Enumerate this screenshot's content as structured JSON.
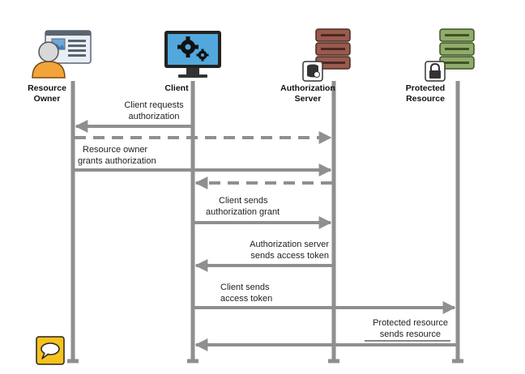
{
  "colors": {
    "lifeline": "#8f8f8f",
    "arrow": "#8f8f8f",
    "resource_owner_body": "#f0a43a",
    "auth_server": "#9a5a4e",
    "protected_resource": "#8fac6a",
    "monitor_screen": "#52a7dc",
    "chat_icon": "#f6c31c"
  },
  "actors": [
    {
      "id": "resource-owner",
      "label_lines": [
        "Resource",
        "Owner"
      ],
      "icon": "user-profile-card-icon"
    },
    {
      "id": "client",
      "label_lines": [
        "Client"
      ],
      "icon": "monitor-gears-icon"
    },
    {
      "id": "authorization-server",
      "label_lines": [
        "Authorization",
        "Server"
      ],
      "icon": "server-database-icon"
    },
    {
      "id": "protected-resource",
      "label_lines": [
        "Protected",
        "Resource"
      ],
      "icon": "server-lock-icon"
    }
  ],
  "messages": [
    {
      "from": "client",
      "to": "resource-owner",
      "style": "solid",
      "label_lines": [
        "Client requests",
        "authorization"
      ],
      "label_anchor": "middle"
    },
    {
      "from": "resource-owner",
      "to": "authorization-server",
      "style": "dashed",
      "label_lines": [],
      "label_anchor": "middle"
    },
    {
      "from": "resource-owner",
      "to": "authorization-server",
      "style": "solid",
      "label_lines": [
        "Resource owner",
        "grants authorization"
      ],
      "label_anchor": "start"
    },
    {
      "from": "authorization-server",
      "to": "client",
      "style": "dashed",
      "label_lines": [],
      "label_anchor": "middle"
    },
    {
      "from": "client",
      "to": "authorization-server",
      "style": "solid",
      "label_lines": [
        "Client sends",
        "authorization grant"
      ],
      "label_anchor": "start"
    },
    {
      "from": "authorization-server",
      "to": "client",
      "style": "solid",
      "label_lines": [
        "Authorization server",
        "sends access token"
      ],
      "label_anchor": "end"
    },
    {
      "from": "client",
      "to": "protected-resource",
      "style": "solid",
      "label_lines": [
        "Client sends",
        "access token"
      ],
      "label_anchor": "start"
    },
    {
      "from": "protected-resource",
      "to": "client",
      "style": "solid",
      "label_lines": [
        "Protected resource",
        "sends resource"
      ],
      "label_anchor": "end"
    }
  ],
  "footer_icon": "chat-bubble-icon"
}
